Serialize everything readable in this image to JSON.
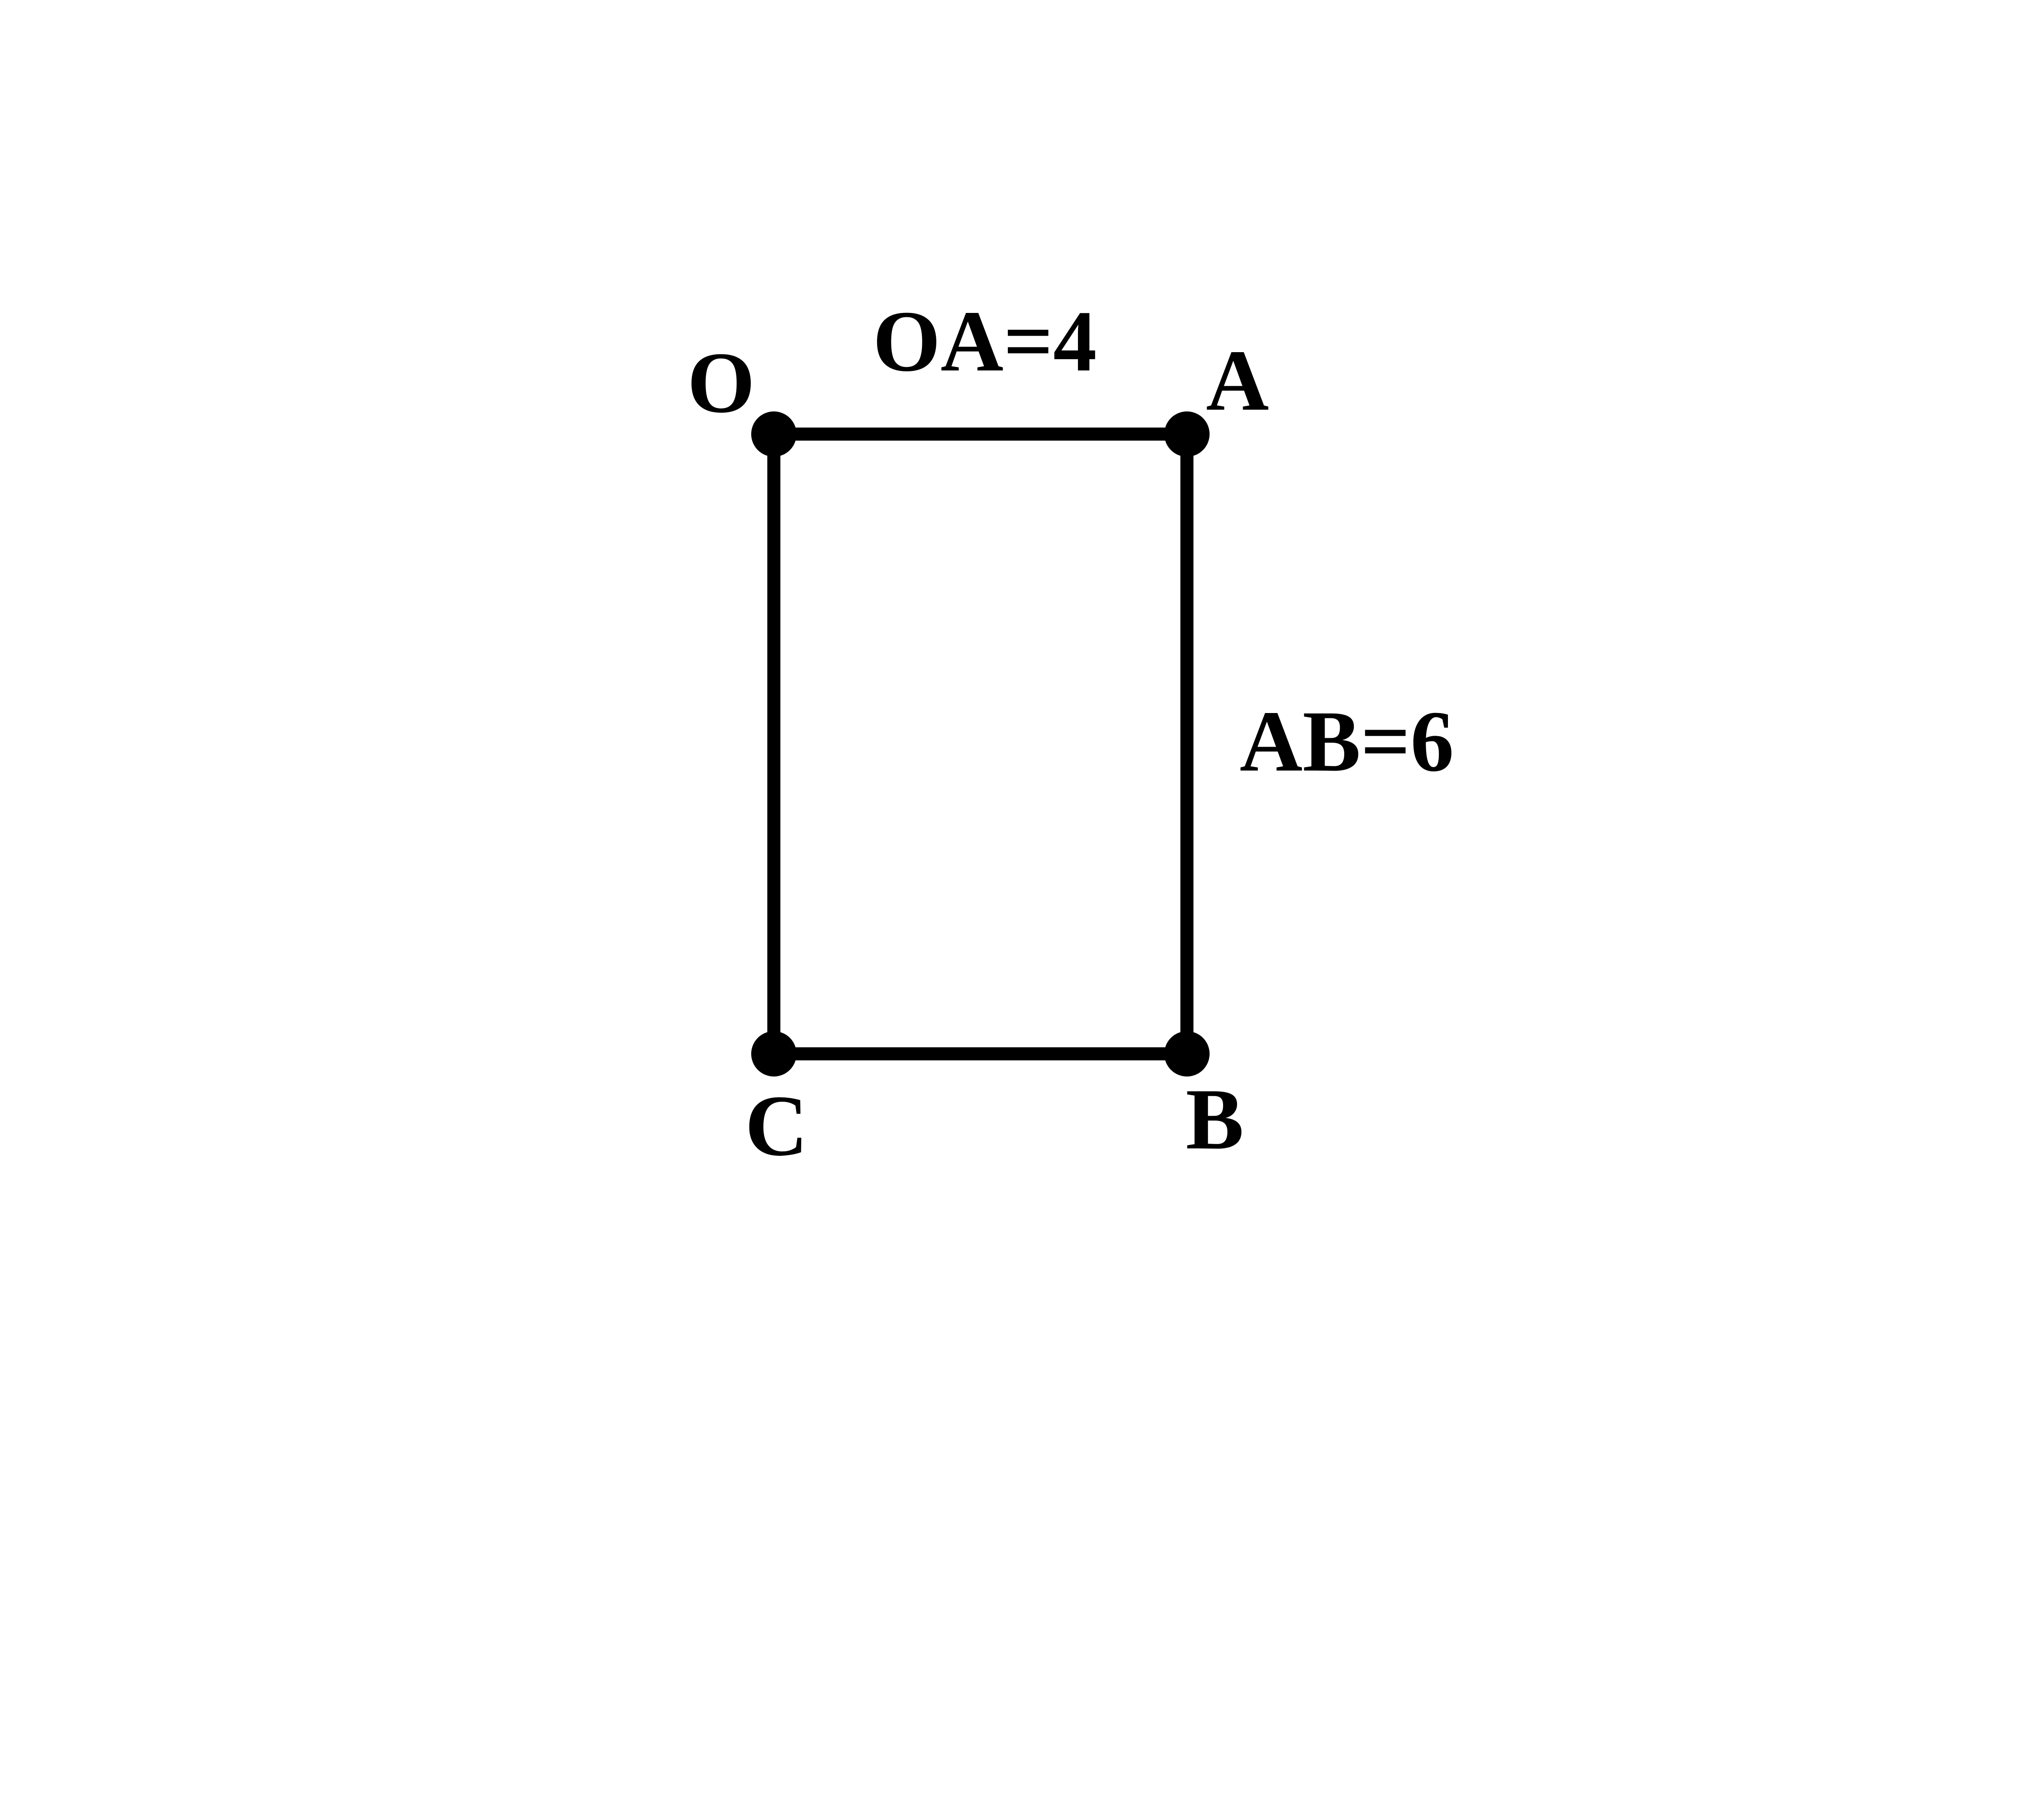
{
  "diagram": {
    "type": "rectangle",
    "stroke_color": "#000000",
    "vertices": {
      "O": "O",
      "A": "A",
      "B": "B",
      "C": "C"
    },
    "edges": [
      [
        "O",
        "A"
      ],
      [
        "A",
        "B"
      ],
      [
        "B",
        "C"
      ],
      [
        "C",
        "O"
      ]
    ],
    "annotations": {
      "OA": "OA=4",
      "AB": "AB=6"
    },
    "lengths": {
      "OA": 4,
      "AB": 6
    }
  }
}
